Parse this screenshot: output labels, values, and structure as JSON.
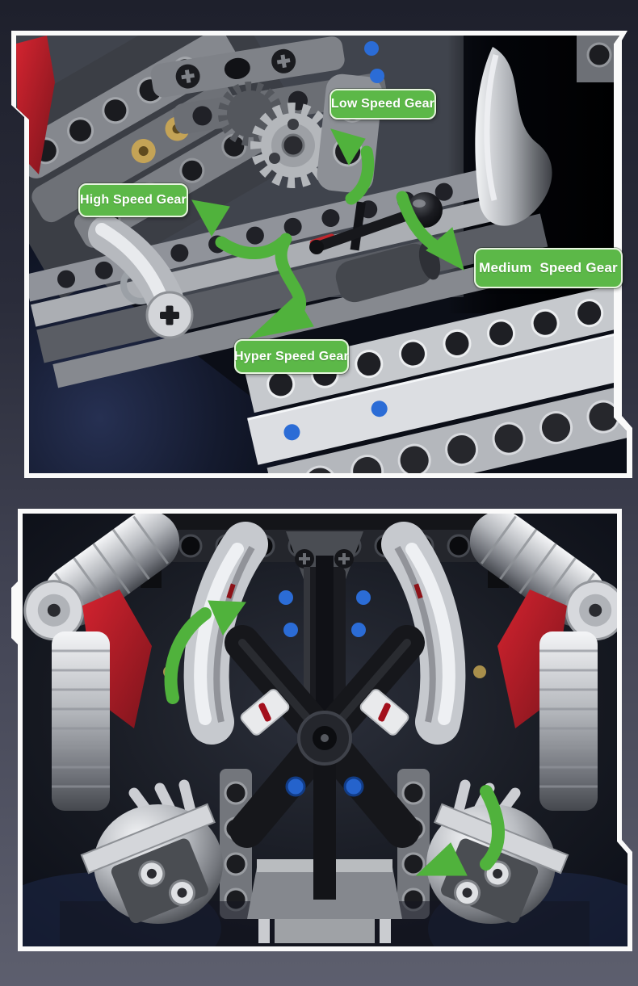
{
  "image_type": "product-detail annotated photos of a brick-built engine model",
  "colors": {
    "page_bg_top": "#1e202c",
    "page_bg_bottom": "#5d5f6e",
    "frame_white": "#fafafa",
    "callout_fill": "#5cb848",
    "callout_border": "#e7f4df",
    "callout_text": "#ffffff",
    "arrow_green": "#50b23c",
    "accent_red": "#c1272d",
    "pin_blue": "#2b6cd6"
  },
  "panels": [
    {
      "name": "gearbox-photo",
      "description": "Close-up of the gearbox with black shift lever; green arrows mark four shift positions",
      "labels": [
        {
          "id": "low",
          "text": "Low Speed Gear"
        },
        {
          "id": "high",
          "text": "High Speed Gear"
        },
        {
          "id": "medium",
          "text": "Medium  Speed Gear"
        },
        {
          "id": "hyper",
          "text": "Hyper Speed Gear"
        }
      ],
      "arrows": [
        "low-speed-arrow",
        "high-speed-arrow",
        "hyper-speed-arrow",
        "medium-speed-arrow"
      ]
    },
    {
      "name": "engine-photo",
      "description": "Front view of the V8 engine with chrome exhaust pipes and black crank arms; green rotation arrows",
      "labels": [],
      "arrows": [
        "engine-left-rotation-arrow",
        "engine-right-rotation-arrow"
      ]
    }
  ]
}
